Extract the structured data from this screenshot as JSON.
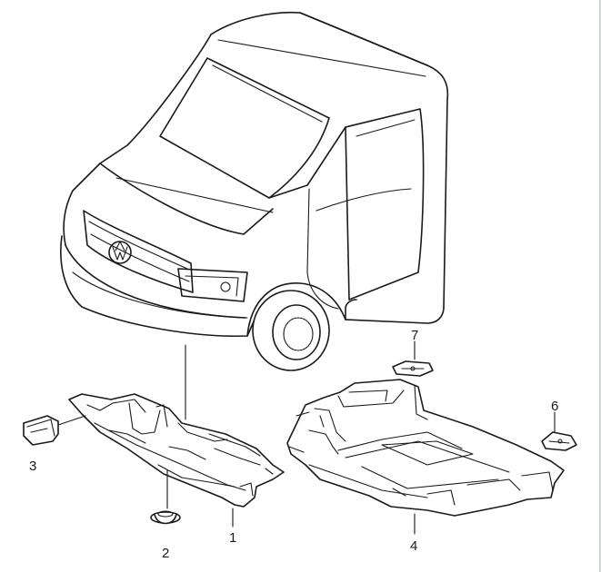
{
  "callouts": {
    "part_1": "1",
    "part_2": "2",
    "part_3": "3",
    "part_4": "4",
    "part_6": "6",
    "part_7": "7"
  }
}
